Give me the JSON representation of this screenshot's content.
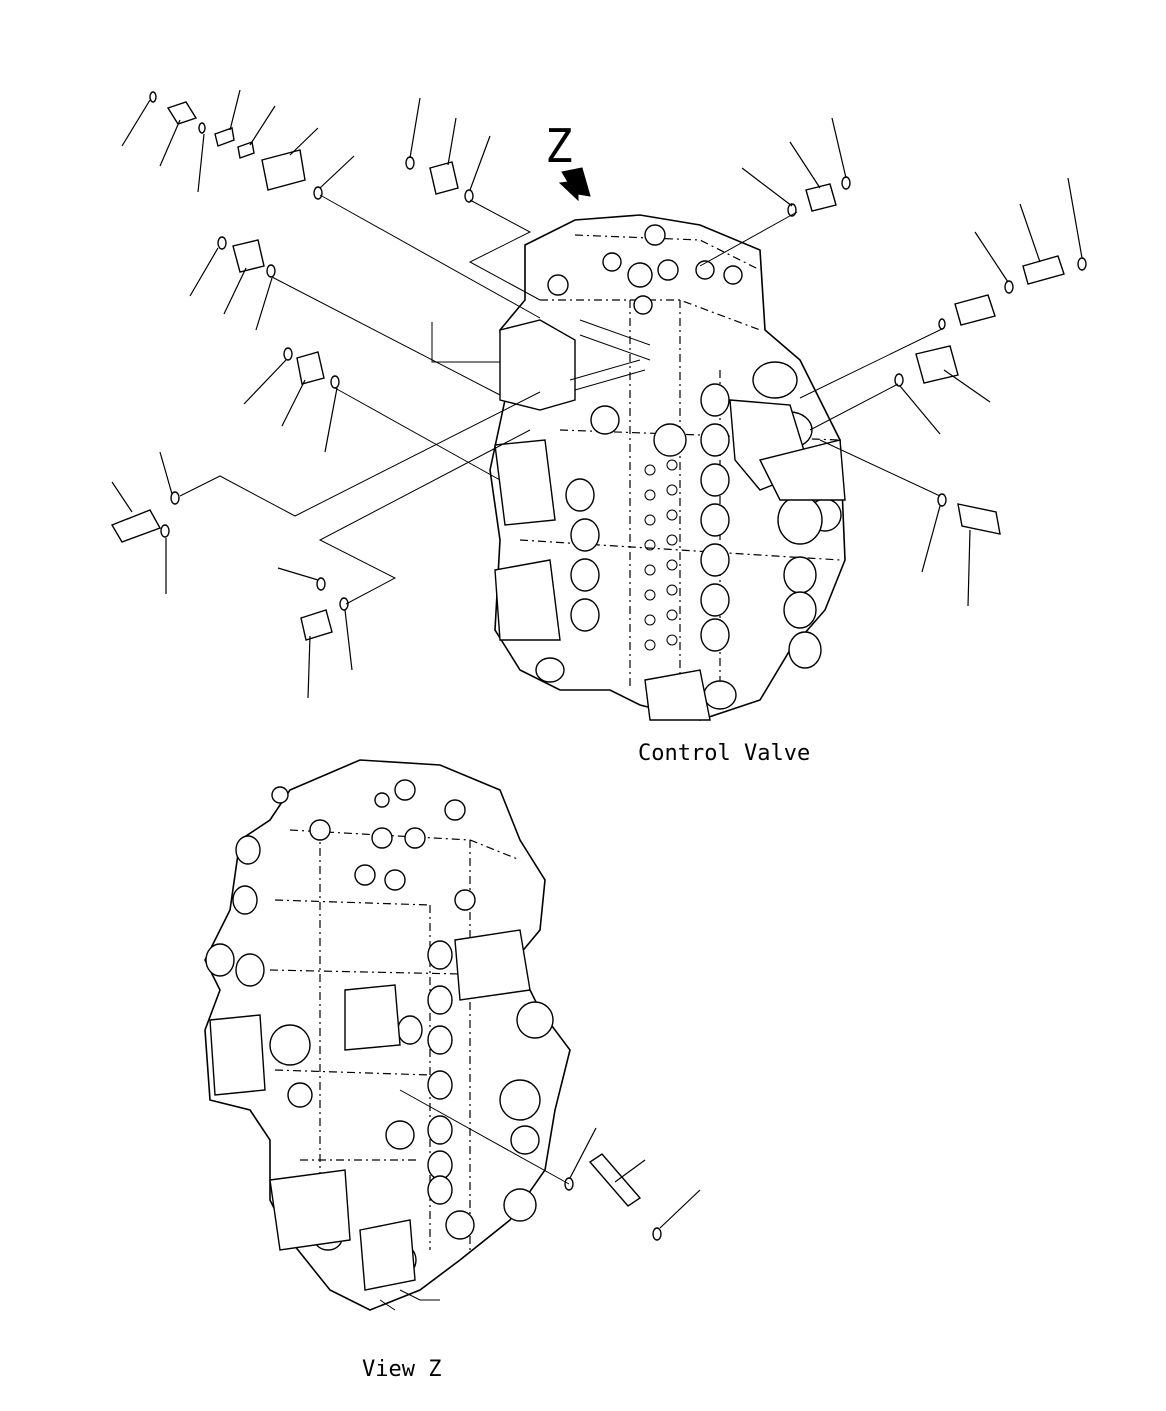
{
  "labels": {
    "view_letter": "Z",
    "control_valve": "Control Valve",
    "view_z": "View Z"
  },
  "colors": {
    "ink": "#000000",
    "paper": "#ffffff"
  }
}
